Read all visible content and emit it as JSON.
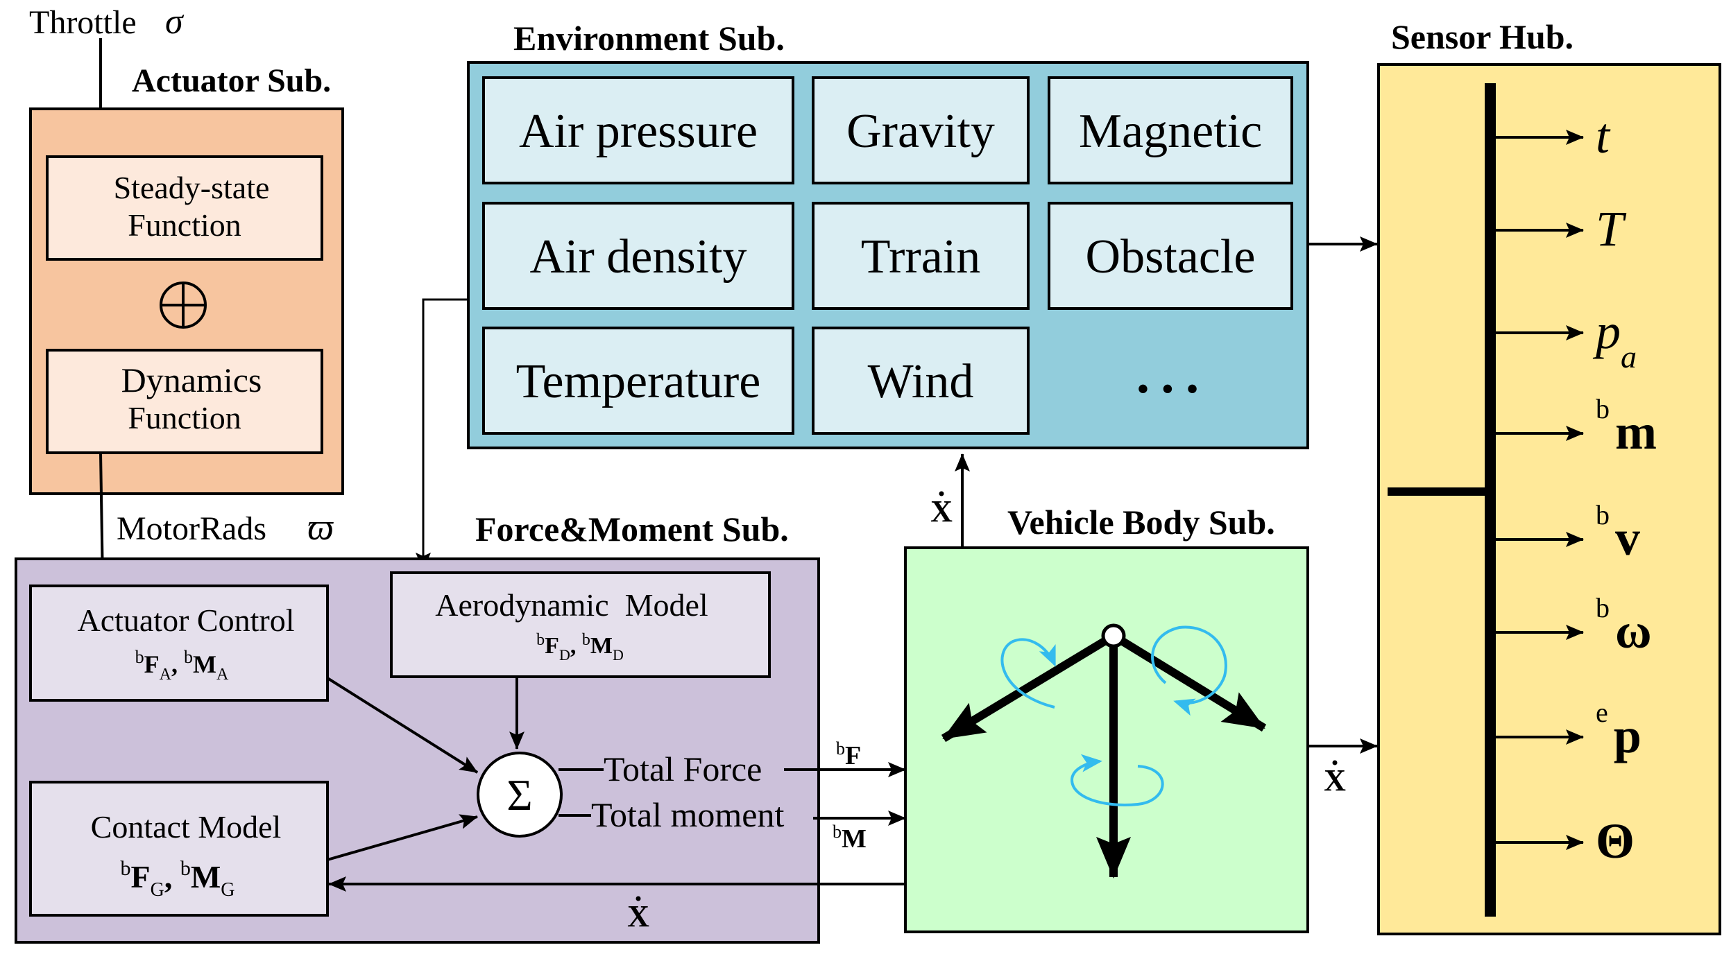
{
  "throttle": {
    "label": "Throttle",
    "symbol": "σ"
  },
  "actuator": {
    "title": "Actuator Sub.",
    "steady_line1": "Steady-state",
    "steady_line2": "Function",
    "oplus": "⊕",
    "dynamics_line1": "Dynamics",
    "dynamics_line2": "Function",
    "motor_label": "MotorRads",
    "motor_symbol": "ϖ"
  },
  "environment": {
    "title": "Environment Sub.",
    "cells": [
      "Air pressure",
      "Gravity",
      "Magnetic",
      "Air density",
      "Trrain",
      "Obstacle",
      "Temperature",
      "Wind"
    ],
    "ellipsis": "• • •"
  },
  "sensor": {
    "title": "Sensor Hub.",
    "outputs": [
      {
        "sup": "",
        "sym": "t"
      },
      {
        "sup": "",
        "sym": "T"
      },
      {
        "sup": "",
        "sym": "p",
        "sub": "a"
      },
      {
        "sup": "b",
        "sym": "m"
      },
      {
        "sup": "b",
        "sym": "v"
      },
      {
        "sup": "b",
        "sym": "ω"
      },
      {
        "sup": "e",
        "sym": "p"
      },
      {
        "sup": "",
        "sym": "Θ"
      }
    ]
  },
  "force_moment": {
    "title": "Force&Moment Sub.",
    "actuator_control": {
      "title": "Actuator Control",
      "formula": "bFA, bMA"
    },
    "aerodynamic": {
      "title": "Aerodynamic  Model",
      "formula": "bFD, bMD"
    },
    "contact": {
      "title": "Contact Model",
      "formula": "bFG, bMG"
    },
    "sigma": "Σ",
    "total_force": "Total Force",
    "total_moment": "Total moment",
    "xdot": "X"
  },
  "vehicle": {
    "title": "Vehicle Body Sub.",
    "force_label": "F",
    "moment_label": "M",
    "xdot_up": "X",
    "xdot_right": "X"
  },
  "colors": {
    "actuator_bg": "#f7c59f",
    "actuator_inner": "#fde9dc",
    "env_bg": "#92cddc",
    "env_cell": "#dbeef3",
    "force_bg": "#ccc1da",
    "force_inner": "#e5e0ec",
    "vehicle_bg": "#ccffcc",
    "sensor_bg": "#ffe999",
    "rotation": "#33bbee"
  }
}
